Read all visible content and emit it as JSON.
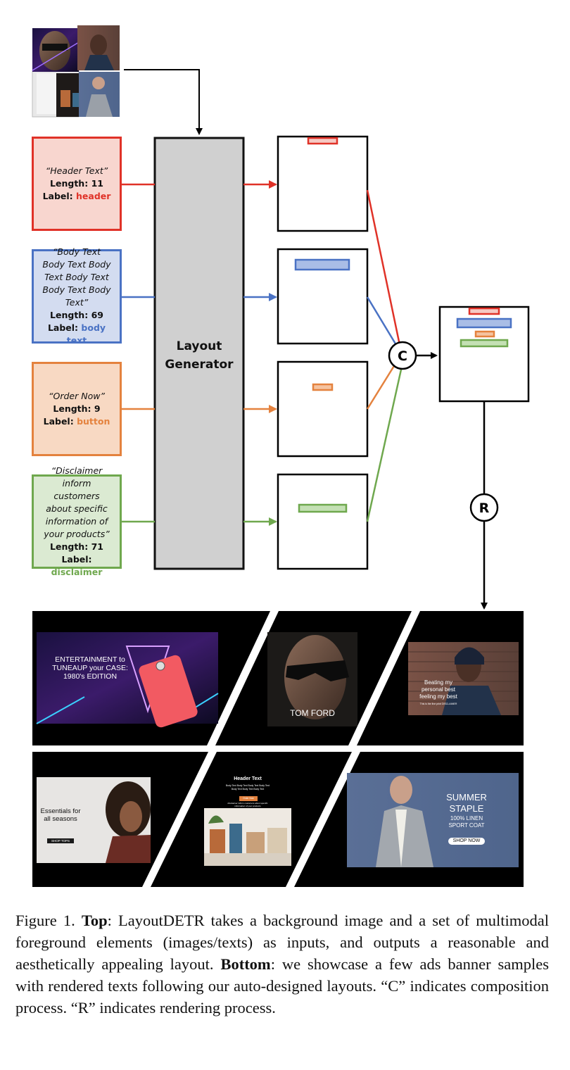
{
  "inputs": [
    {
      "quote": "“Header Text”",
      "length_label": "Length:",
      "length": "11",
      "label_label": "Label:",
      "label": "header",
      "color": "#e03228",
      "fill": "#f8d6cf"
    },
    {
      "quote": "“Body Text Body Text Body Text Body Text Body Text Body Text”",
      "length_label": "Length:",
      "length": "69",
      "label_label": "Label:",
      "label": "body text",
      "color": "#4a72c4",
      "fill": "#d3dcf0"
    },
    {
      "quote": "“Order Now”",
      "length_label": "Length:",
      "length": "9",
      "label_label": "Label:",
      "label": "button",
      "color": "#e4823e",
      "fill": "#f8d9c3"
    },
    {
      "quote": "“Disclaimer inform customers about specific information of your products”",
      "length_label": "Length:",
      "length": "71",
      "label_label": "Label:",
      "label": "disclaimer",
      "color": "#6fa84e",
      "fill": "#dbead2"
    }
  ],
  "generator": {
    "line1": "Layout",
    "line2": "Generator"
  },
  "composition": {
    "symbol": "C"
  },
  "rendering": {
    "symbol": "R"
  },
  "banners": {
    "b1": {
      "line1": "ENTERTAINMENT to",
      "line2": "TUNEAUP your CASE:",
      "line3": "1980's EDITION"
    },
    "b2": {
      "text": "TOM FORD"
    },
    "b3": {
      "line1": "Beating my",
      "line2": "personal best",
      "line3": "feeling my best",
      "small": "This is the fine print DISCLAIMER"
    },
    "b4": {
      "line1": "Essentials for",
      "line2": "all seasons",
      "button": "SHOP TOPS"
    },
    "b5": {
      "header": "Header Text",
      "body1": "Body Text Body Text Body Text Body Text",
      "body2": "Body Text Body Text Body Text",
      "button": "Order Now",
      "disc1": "Disclaimer inform customers about specific",
      "disc2": "information of your products"
    },
    "b6": {
      "line1": "SUMMER",
      "line2": "STAPLE",
      "line3": "100% LINEN",
      "line4": "SPORT COAT",
      "button": "SHOP NOW"
    }
  },
  "caption": {
    "label": "Figure 1.",
    "top_label": "Top",
    "top_text": ": LayoutDETR takes a background image and a set of multimodal foreground elements (images/texts) as inputs, and outputs a reasonable and aesthetically appealing layout.",
    "bottom_label": "Bottom",
    "bottom_text": ": we showcase a few ads banner samples with rendered texts following our auto-designed layouts. “C” indicates composition process. “R” indicates rendering process."
  }
}
